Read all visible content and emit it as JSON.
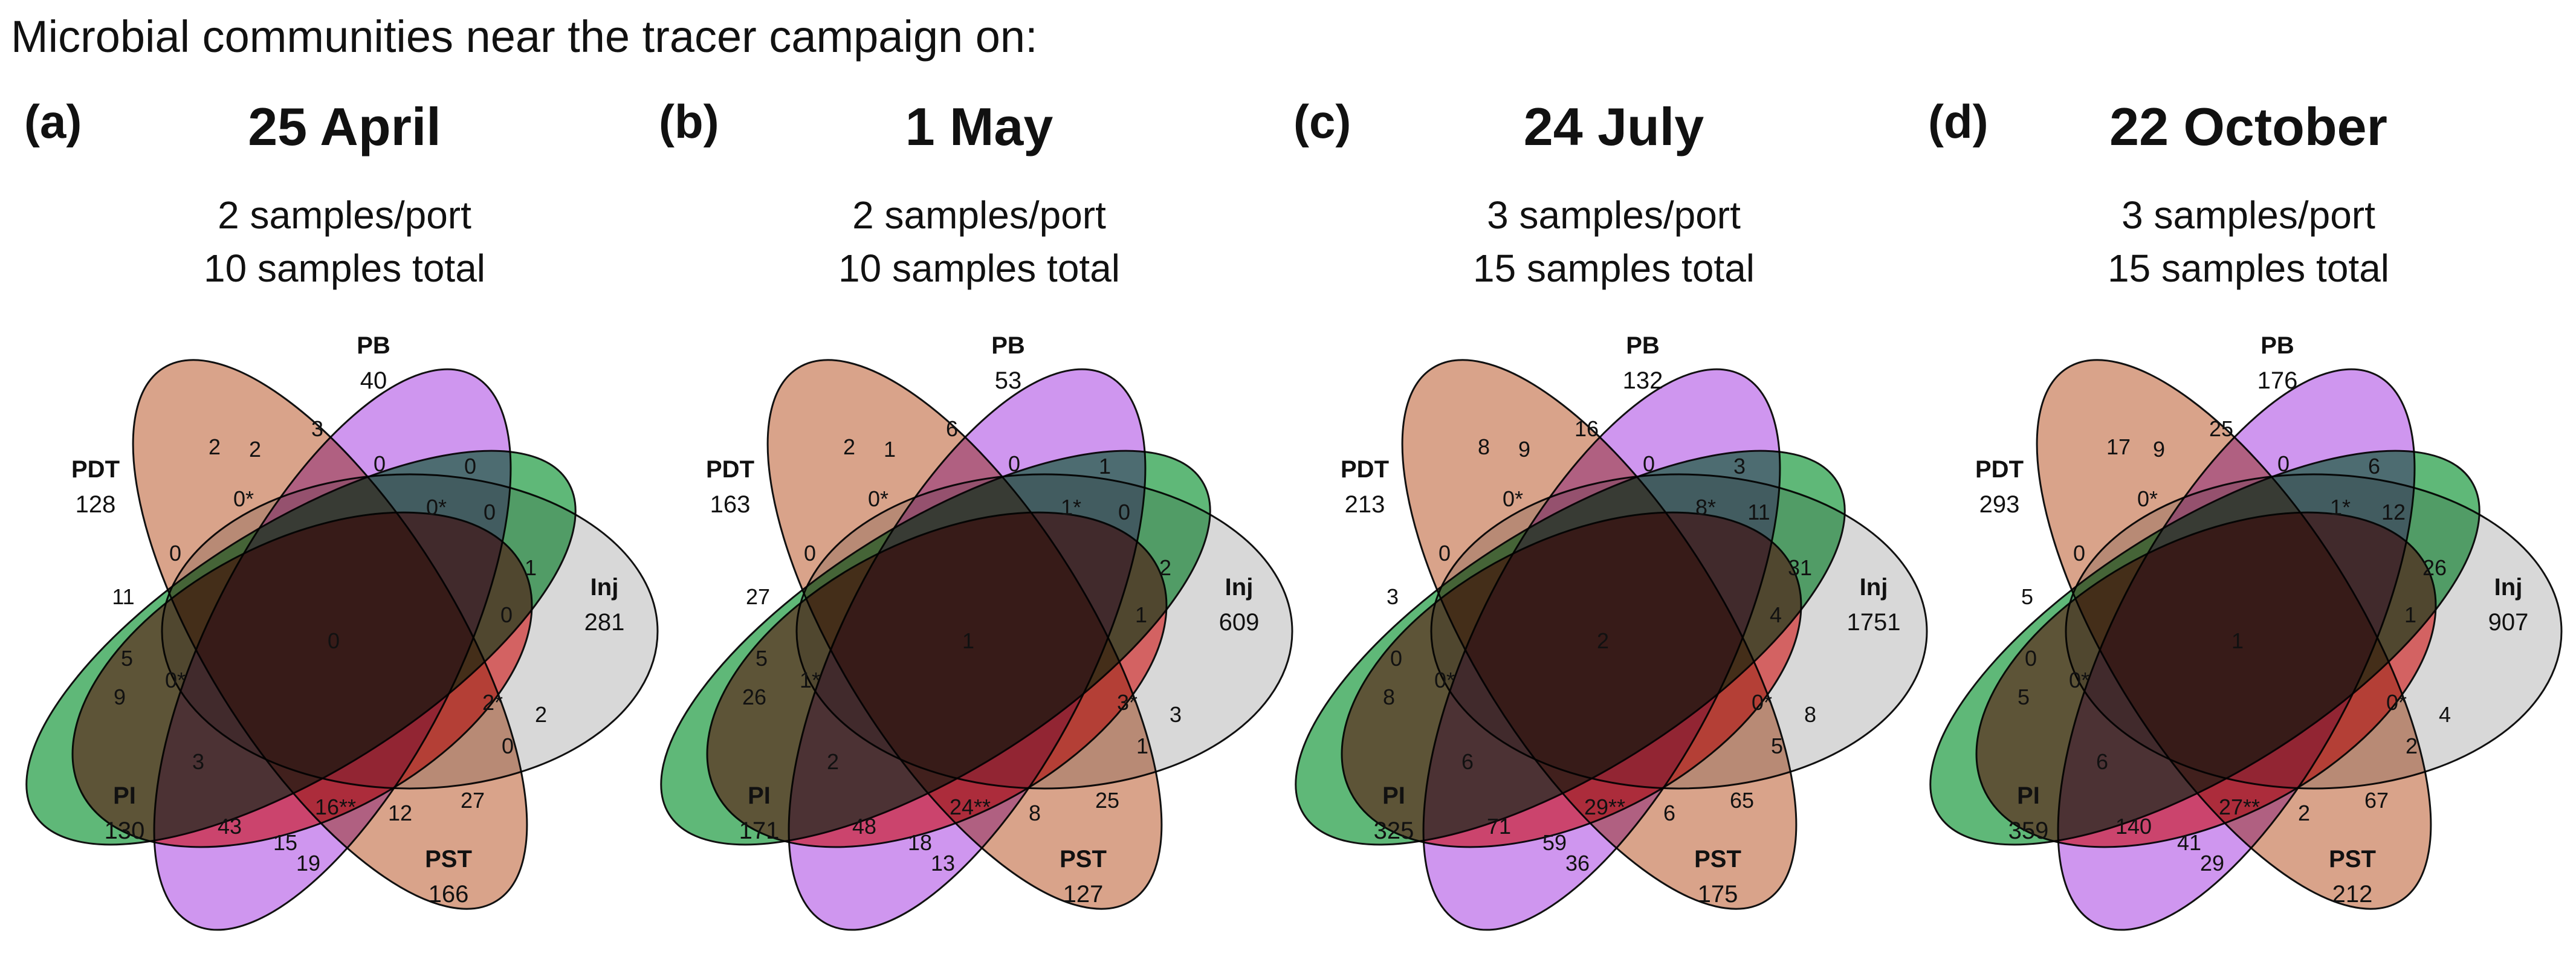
{
  "title": "Microbial communities near the tracer campaign on:",
  "colors": {
    "PB": "#d9a38a",
    "PDT": "#5fb878",
    "Inj": "#d8d8d8",
    "PI": "#fa7474",
    "PST": "#cf96ef",
    "center_tint": "#d9b0b0"
  },
  "panels": [
    {
      "letter": "(a)",
      "date": "25 April",
      "sub1": "2 samples/port",
      "sub2": "10 samples total",
      "sets": {
        "PB": {
          "name": "PB",
          "count": "40"
        },
        "PDT": {
          "name": "PDT",
          "count": "128"
        },
        "Inj": {
          "name": "Inj",
          "count": "281"
        },
        "PI": {
          "name": "PI",
          "count": "130"
        },
        "PST": {
          "name": "PST",
          "count": "166"
        }
      },
      "regions": [
        "2",
        "2",
        "3",
        "0",
        "0",
        "0*",
        "0*",
        "0",
        "1",
        "0",
        "11",
        "0",
        "5",
        "0*",
        "9",
        "2*",
        "2",
        "0",
        "3",
        "43",
        "15",
        "19",
        "16**",
        "12",
        "27",
        "0"
      ]
    },
    {
      "letter": "(b)",
      "date": "1 May",
      "sub1": "2 samples/port",
      "sub2": "10 samples total",
      "sets": {
        "PB": {
          "name": "PB",
          "count": "53"
        },
        "PDT": {
          "name": "PDT",
          "count": "163"
        },
        "Inj": {
          "name": "Inj",
          "count": "609"
        },
        "PI": {
          "name": "PI",
          "count": "171"
        },
        "PST": {
          "name": "PST",
          "count": "127"
        }
      },
      "regions": [
        "2",
        "1",
        "6",
        "0",
        "1",
        "0*",
        "1*",
        "0",
        "2",
        "1",
        "27",
        "0",
        "5",
        "1*",
        "26",
        "3*",
        "3",
        "1",
        "2",
        "48",
        "18",
        "13",
        "24**",
        "8",
        "25",
        "1"
      ]
    },
    {
      "letter": "(c)",
      "date": "24 July",
      "sub1": "3 samples/port",
      "sub2": "15 samples total",
      "sets": {
        "PB": {
          "name": "PB",
          "count": "132"
        },
        "PDT": {
          "name": "PDT",
          "count": "213"
        },
        "Inj": {
          "name": "Inj",
          "count": "1751"
        },
        "PI": {
          "name": "PI",
          "count": "325"
        },
        "PST": {
          "name": "PST",
          "count": "175"
        }
      },
      "regions": [
        "8",
        "9",
        "16",
        "0",
        "3",
        "0*",
        "8*",
        "11",
        "31",
        "4",
        "3",
        "0",
        "0",
        "0*",
        "8",
        "0*",
        "8",
        "5",
        "6",
        "71",
        "59",
        "36",
        "29**",
        "6",
        "65",
        "2"
      ]
    },
    {
      "letter": "(d)",
      "date": "22 October",
      "sub1": "3 samples/port",
      "sub2": "15 samples total",
      "sets": {
        "PB": {
          "name": "PB",
          "count": "176"
        },
        "PDT": {
          "name": "PDT",
          "count": "293"
        },
        "Inj": {
          "name": "Inj",
          "count": "907"
        },
        "PI": {
          "name": "PI",
          "count": "359"
        },
        "PST": {
          "name": "PST",
          "count": "212"
        }
      },
      "regions": [
        "17",
        "9",
        "25",
        "0",
        "6",
        "0*",
        "1*",
        "12",
        "26",
        "1",
        "5",
        "0",
        "0",
        "0*",
        "5",
        "0*",
        "4",
        "2",
        "6",
        "140",
        "41",
        "29",
        "27**",
        "2",
        "67",
        "1"
      ]
    }
  ]
}
